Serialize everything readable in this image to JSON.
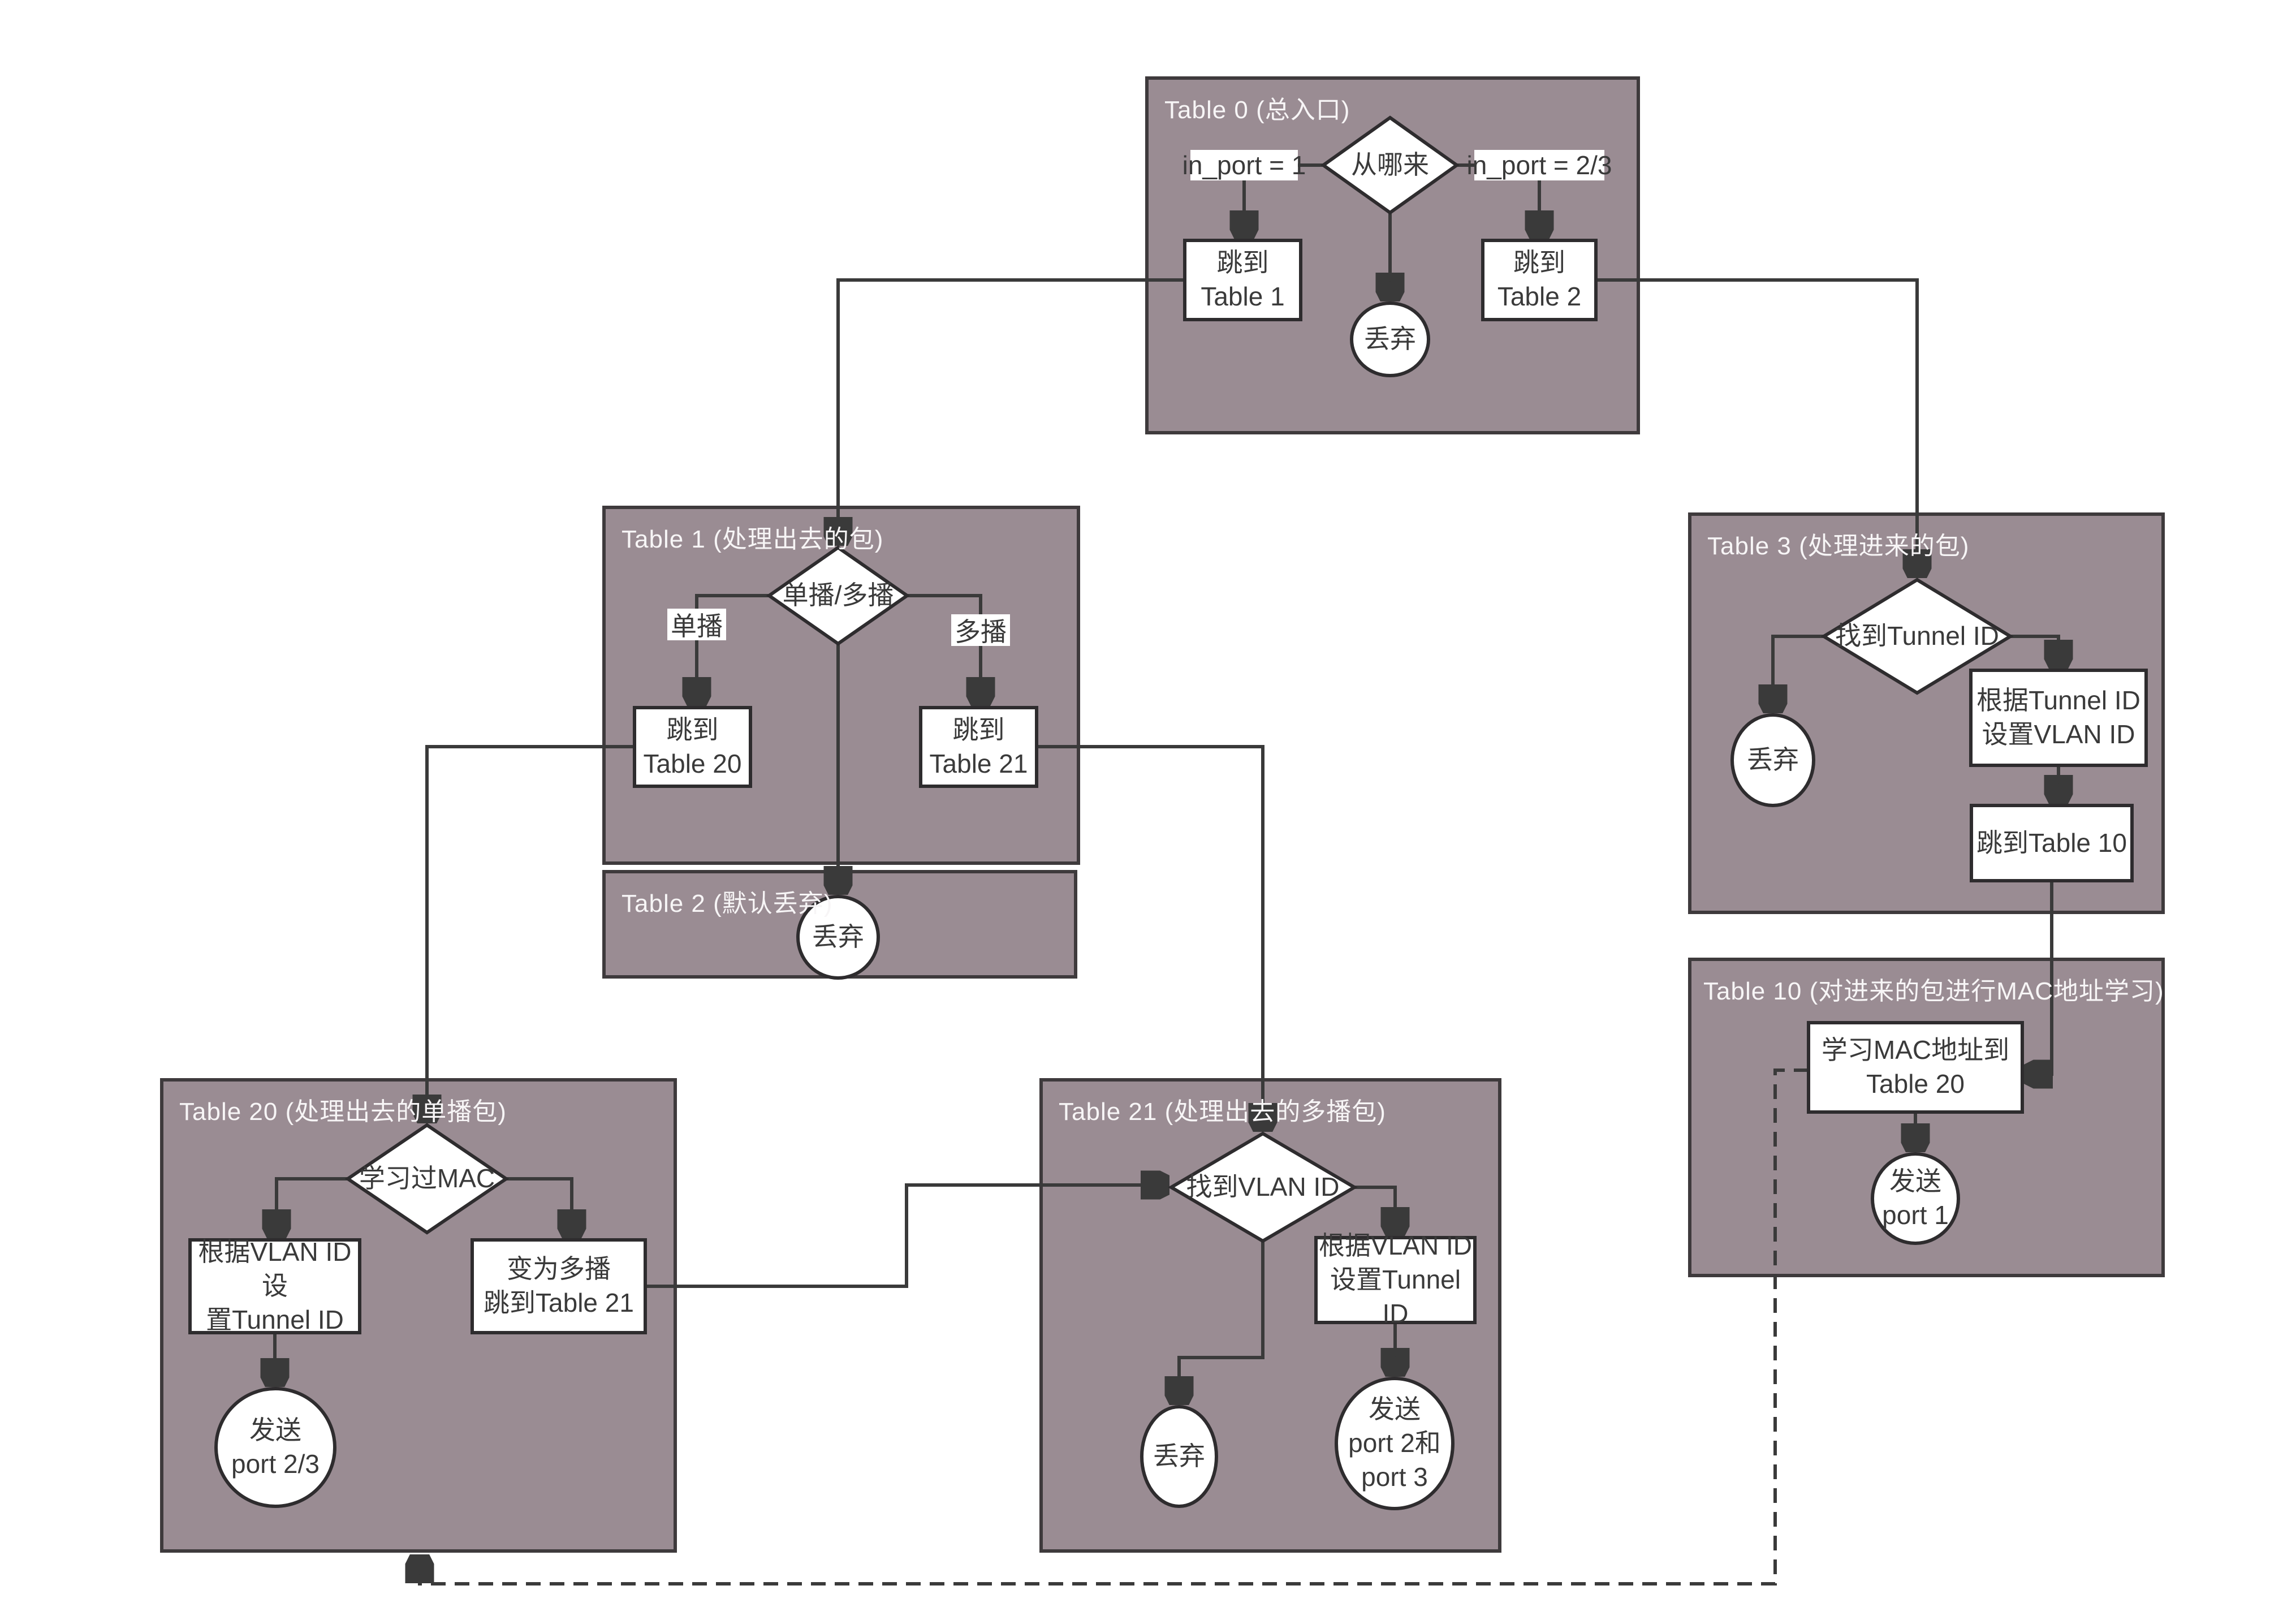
{
  "tables": {
    "t0": {
      "title": "Table 0 (总入口)"
    },
    "t1": {
      "title": "Table 1 (处理出去的包)"
    },
    "t2": {
      "title": "Table 2 (默认丢弃)"
    },
    "t3": {
      "title": "Table 3 (处理进来的包)"
    },
    "t10": {
      "title": "Table 10 (对进来的包进行MAC地址学习)"
    },
    "t20": {
      "title": "Table 20 (处理出去的单播包)"
    },
    "t21": {
      "title": "Table 21 (处理出去的多播包)"
    }
  },
  "nodes": {
    "where_from": {
      "label": "从哪来"
    },
    "goto_t1": {
      "label": "跳到\nTable 1"
    },
    "goto_t2": {
      "label": "跳到\nTable 2"
    },
    "drop_t0": {
      "label": "丢弃"
    },
    "uni_multi": {
      "label": "单播/多播"
    },
    "goto_t20": {
      "label": "跳到\nTable 20"
    },
    "goto_t21": {
      "label": "跳到\nTable 21"
    },
    "drop_t2": {
      "label": "丢弃"
    },
    "tunnel_found": {
      "label": "找到Tunnel ID"
    },
    "drop_t3": {
      "label": "丢弃"
    },
    "set_vlan": {
      "label": "根据Tunnel ID\n设置VLAN ID"
    },
    "goto_t10": {
      "label": "跳到Table 10"
    },
    "learn_mac": {
      "label": "学习MAC地址到\nTable 20"
    },
    "send_p1": {
      "label": "发送\nport 1"
    },
    "mac_learned": {
      "label": "学习过MAC"
    },
    "set_tunnel_20": {
      "label": "根据VLAN ID设\n置Tunnel ID"
    },
    "to_multicast": {
      "label": "变为多播\n跳到Table 21"
    },
    "send_p23": {
      "label": "发送\nport 2/3"
    },
    "vlan_found": {
      "label": "找到VLAN ID"
    },
    "drop_t21": {
      "label": "丢弃"
    },
    "set_tunnel_21": {
      "label": "根据VLAN ID\n设置Tunnel ID"
    },
    "send_p2_p3": {
      "label": "发送\nport 2和\nport 3"
    }
  },
  "edge_labels": {
    "in_port_1": "in_port = 1",
    "in_port_23": "in_port = 2/3",
    "unicast": "单播",
    "multicast": "多播"
  },
  "colors": {
    "table_bg": "#9a8c93",
    "table_border": "#3e3a3c",
    "line": "#3a3a3a",
    "shape_fill": "#ffffff",
    "shape_border": "#2e2c2e",
    "title_text": "#f7f5f6",
    "node_text": "#3a3a3a",
    "page_bg": "#ffffff"
  }
}
